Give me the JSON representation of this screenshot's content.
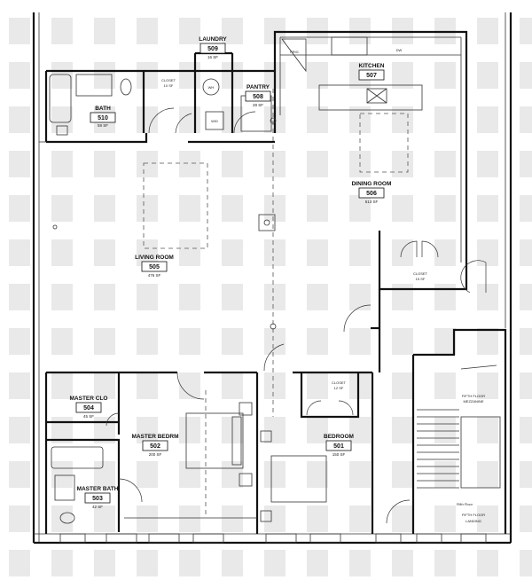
{
  "rooms": {
    "laundry": {
      "name": "LAUNDRY",
      "number": "509",
      "area": "16 SF"
    },
    "kitchen": {
      "name": "KITCHEN",
      "number": "507"
    },
    "bath": {
      "name": "BATH",
      "number": "510",
      "area": "58 SF"
    },
    "closet_top": {
      "name": "CLOSET",
      "area": "10 SF"
    },
    "pantry": {
      "name": "PANTRY",
      "number": "508",
      "area": "28 SF"
    },
    "dining": {
      "name": "DINING ROOM",
      "number": "506",
      "area": "513 SF"
    },
    "living": {
      "name": "LIVING ROOM",
      "number": "505",
      "area": "476 SF"
    },
    "closet_mid": {
      "name": "CLOSET",
      "area": "15 SF"
    },
    "master_clo": {
      "name": "MASTER CLO",
      "number": "504",
      "area": "45 SF"
    },
    "master_bed": {
      "name": "MASTER BEDRM",
      "number": "502",
      "area": "200 SF"
    },
    "master_bath": {
      "name": "MASTER BATH",
      "number": "503",
      "area": "42 SF"
    },
    "closet_bed": {
      "name": "CLOSET",
      "area": "12 SF"
    },
    "bedroom": {
      "name": "BEDROOM",
      "number": "501",
      "area": "150 SF"
    },
    "mezzanine": {
      "name_line1": "FIFTH FLOOR",
      "name_line2": "MEZZANINE"
    },
    "landing": {
      "name_line1": "FIFTH FLOOR",
      "name_line2": "LANDING",
      "marker": "Fifth Floor"
    }
  },
  "fixtures": {
    "fridge": "FRIG",
    "dishwasher": "DW",
    "washer": "WH",
    "washer_dryer": "W/D"
  }
}
